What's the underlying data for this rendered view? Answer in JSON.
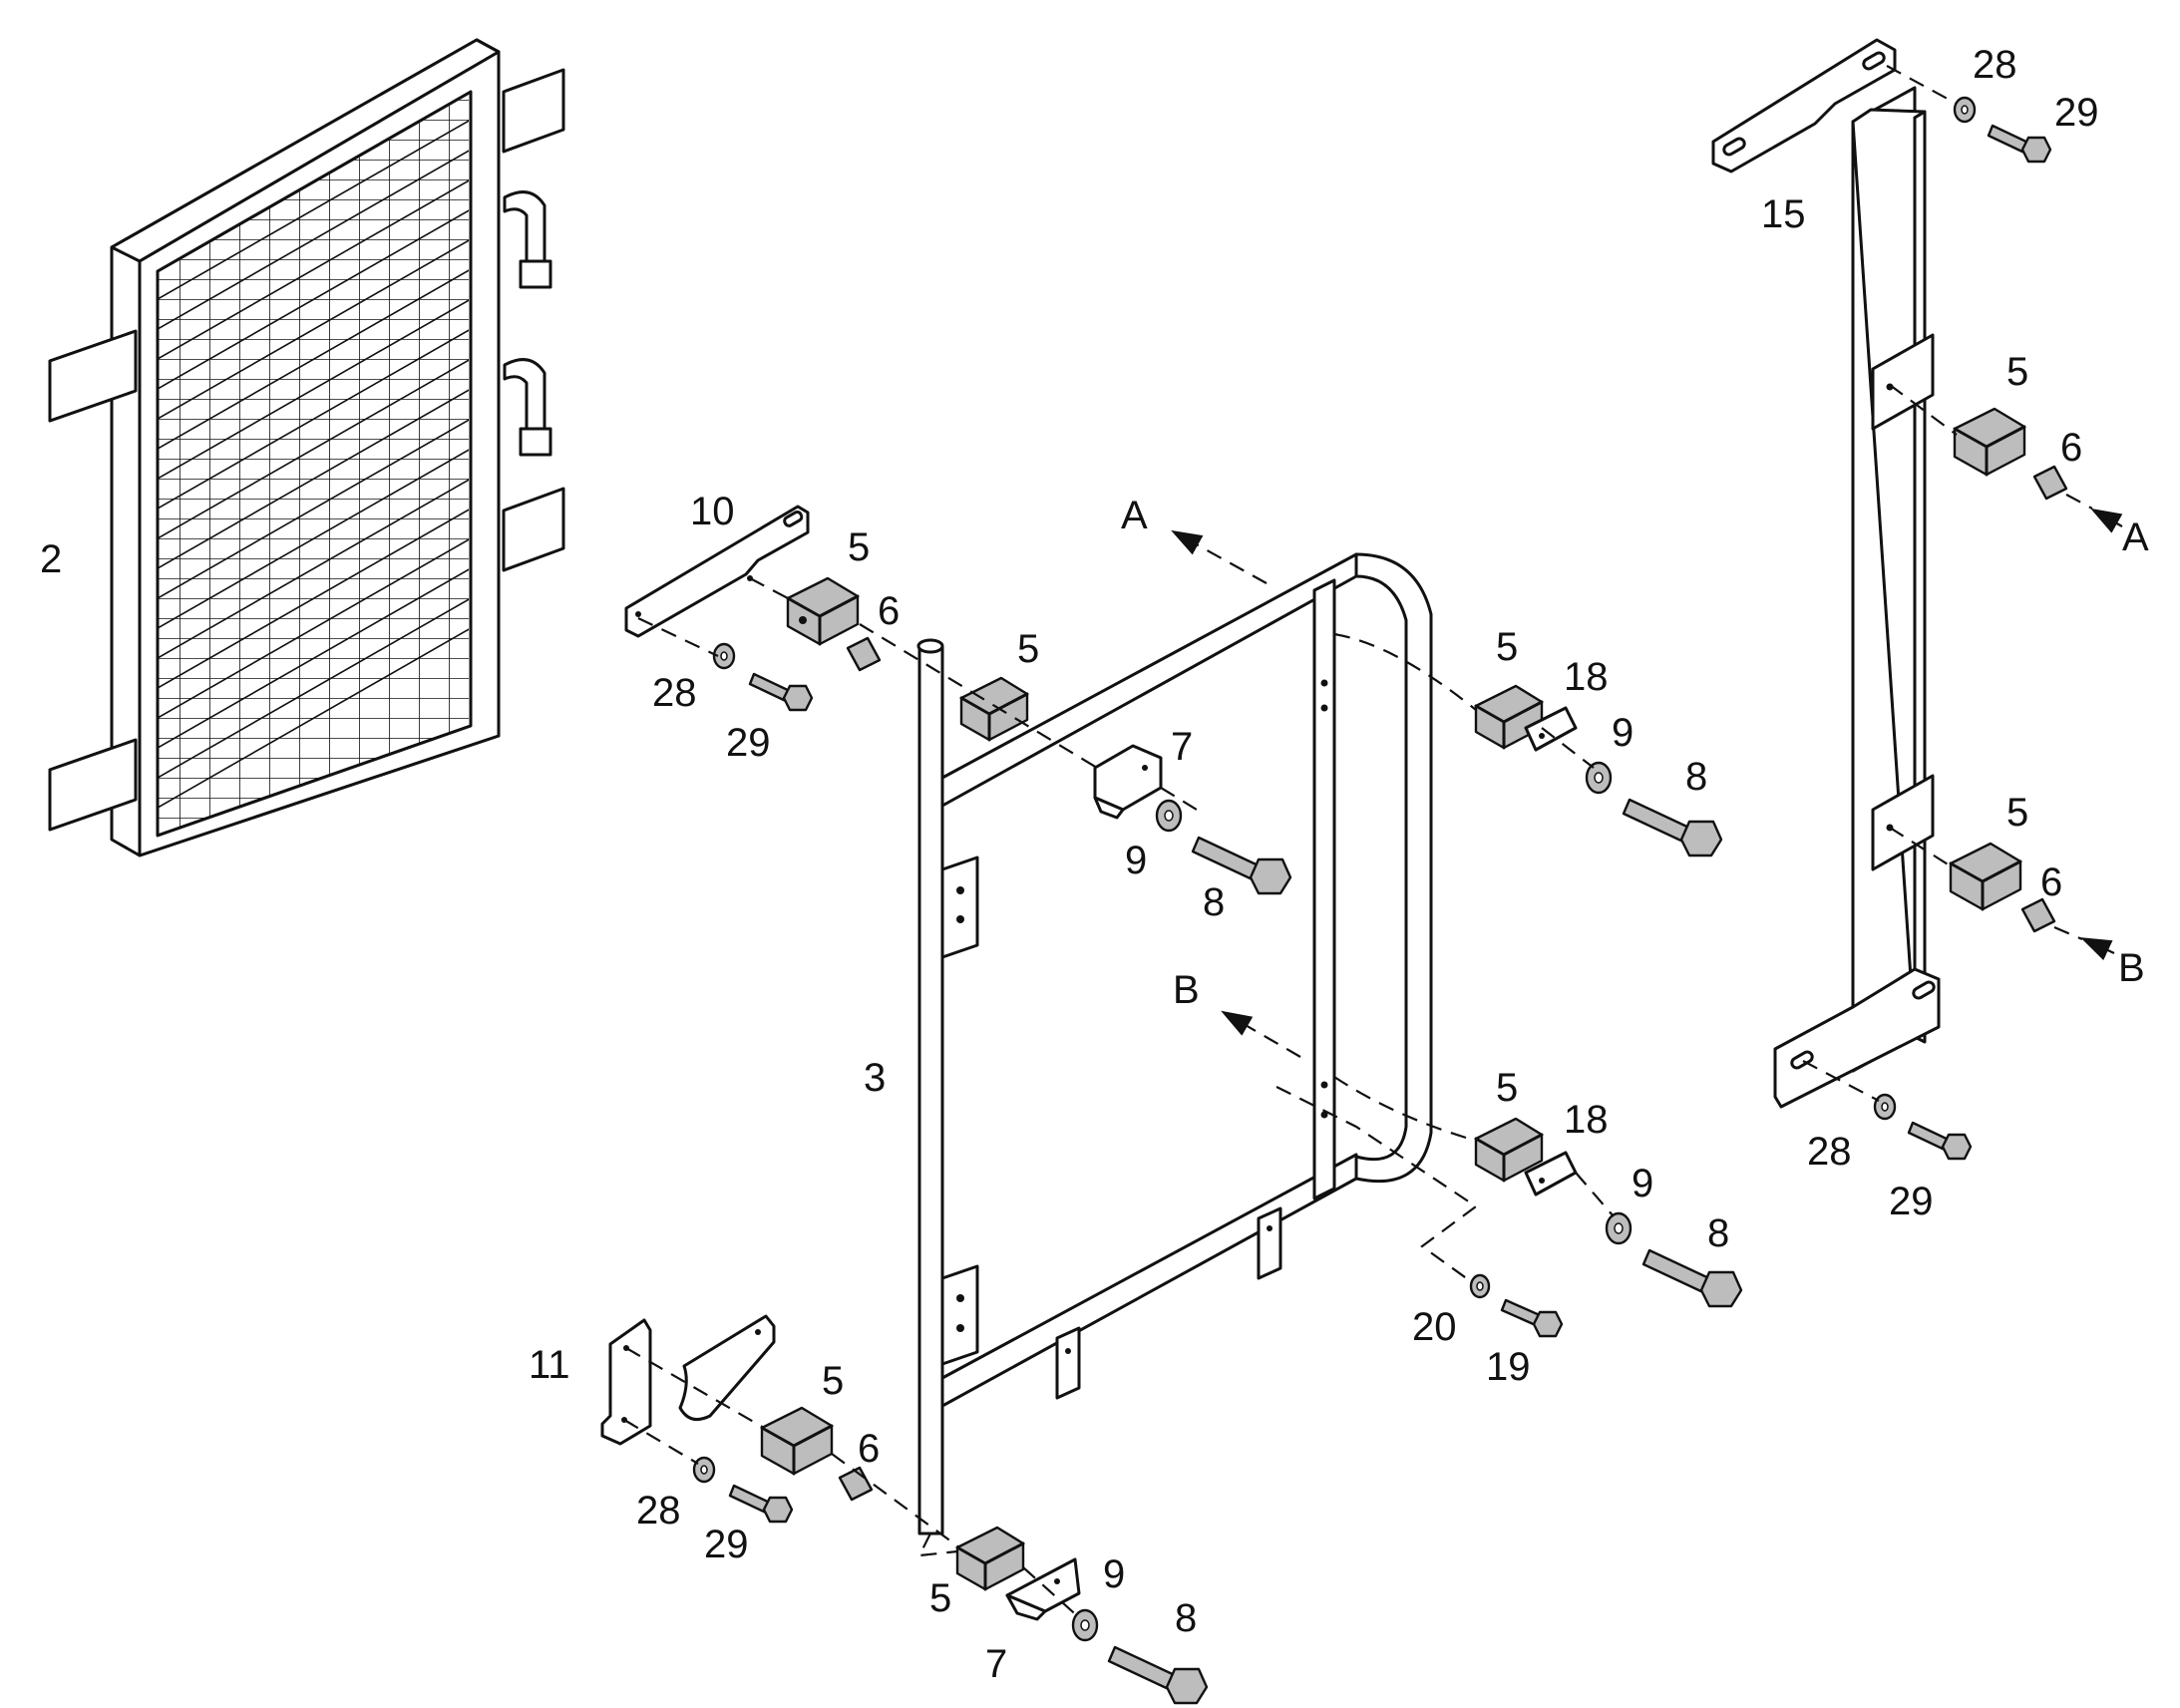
{
  "callouts": {
    "c2": "2",
    "c3": "3",
    "c10": "10",
    "c11": "11",
    "c15": "15",
    "c5a": "5",
    "c5b": "5",
    "c5c": "5",
    "c5d": "5",
    "c5e": "5",
    "c5f": "5",
    "c5g": "5",
    "c5h": "5",
    "c6a": "6",
    "c6b": "6",
    "c6c": "6",
    "c6d": "6",
    "c7a": "7",
    "c7b": "7",
    "c8a": "8",
    "c8b": "8",
    "c8c": "8",
    "c8d": "8",
    "c9a": "9",
    "c9b": "9",
    "c9c": "9",
    "c9d": "9",
    "c18a": "18",
    "c18b": "18",
    "c19": "19",
    "c20": "20",
    "c28a": "28",
    "c28b": "28",
    "c28c": "28",
    "c28d": "28",
    "c29a": "29",
    "c29b": "29",
    "c29c": "29",
    "c29d": "29",
    "refA1": "A",
    "refA2": "A",
    "refB1": "B",
    "refB2": "B"
  },
  "colors": {
    "line": "#111111",
    "fill": "#ffffff",
    "hardware": "#bdbdbd"
  }
}
